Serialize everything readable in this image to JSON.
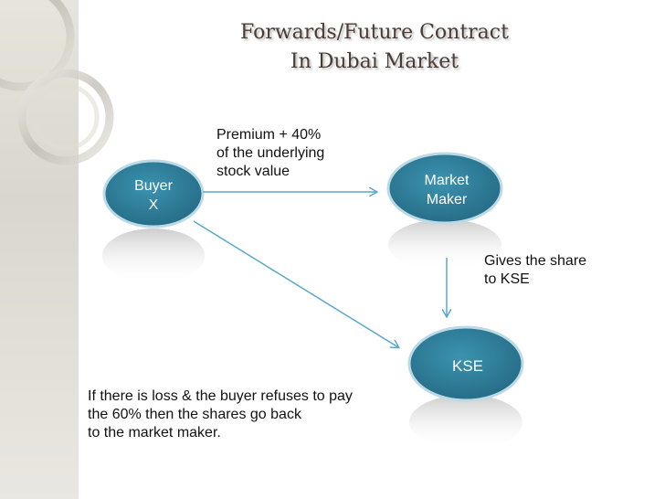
{
  "title": {
    "line1": "Forwards/Future Contract",
    "line2": "In Dubai Market"
  },
  "nodes": {
    "buyer": {
      "line1": "Buyer",
      "line2": "X"
    },
    "market_maker": {
      "line1": "Market",
      "line2": "Maker"
    },
    "kse": {
      "label": "KSE"
    }
  },
  "annotations": {
    "premium": "Premium + 40%\nof the underlying\nstock value",
    "gives_share": "Gives the share\nto KSE",
    "loss": "If there is loss & the buyer refuses to pay\nthe 60% then the shares go back\n to the market maker."
  },
  "colors": {
    "node_fill": "#2f7d98",
    "node_stroke": "#bcdae6",
    "node_text": "#ffffff",
    "arrow": "#5aa7cc",
    "title_text": "#4a3a32"
  }
}
